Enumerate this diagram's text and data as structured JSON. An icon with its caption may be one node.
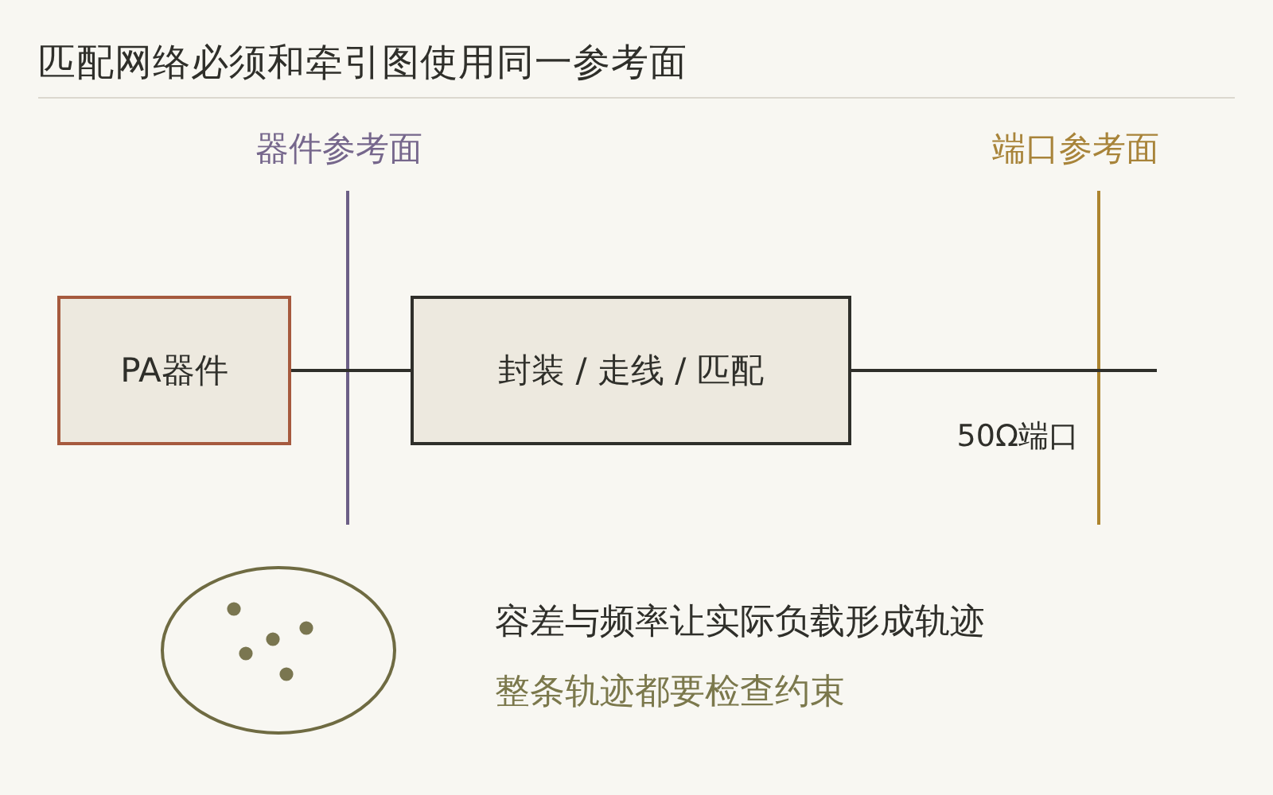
{
  "diagram": {
    "title": "匹配网络必须和牵引图使用同一参考面",
    "nodes": [
      {
        "text": [
          "PA器件"
        ]
      },
      {
        "text": [
          "封装 / 走线 / 匹配"
        ]
      }
    ],
    "edges": [
      {
        "from": 0,
        "to": 1,
        "arrow": "none"
      },
      {
        "from": 1,
        "to": null,
        "arrow": "none"
      }
    ],
    "labels": [
      "器件参考面",
      "端口参考面",
      "50Ω端口",
      "容差与频率让实际负载形成轨迹",
      "整条轨迹都要检查约束"
    ]
  }
}
